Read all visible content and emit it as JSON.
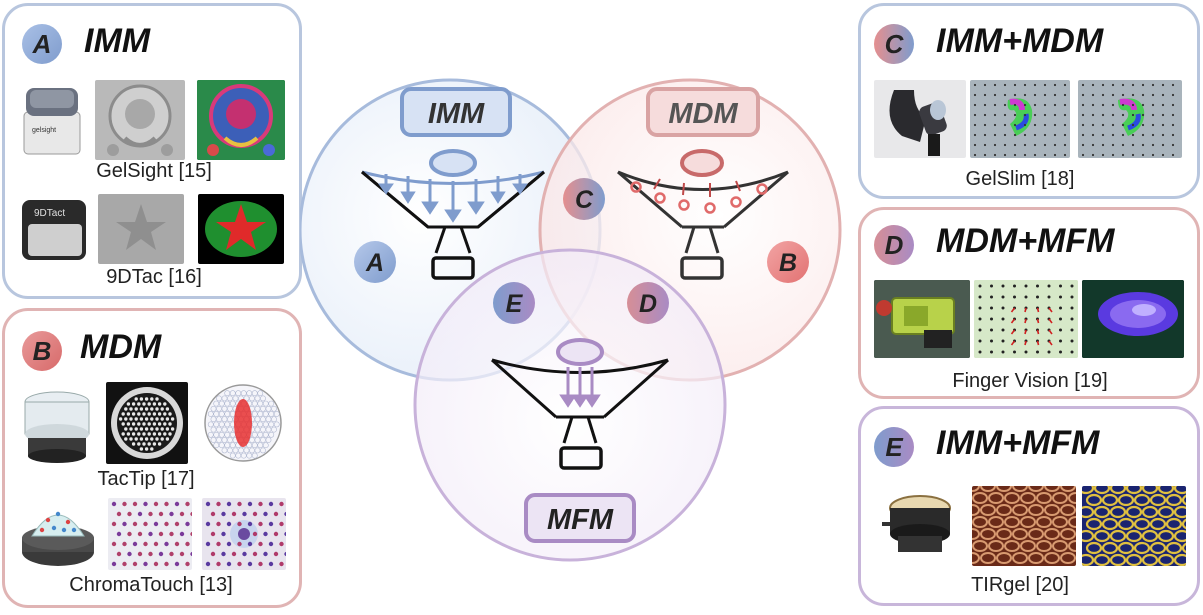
{
  "colors": {
    "imm": "#7f9ccd",
    "mdm": "#d88a8a",
    "mfm": "#a98bc4",
    "imm_fill": "#eef3fb",
    "mdm_fill": "#fbeeee",
    "mfm_fill": "#f4eef8"
  },
  "diagram": {
    "imm_label": "IMM",
    "mdm_label": "MDM",
    "mfm_label": "MFM",
    "region_a": "A",
    "region_b": "B",
    "region_c": "C",
    "region_d": "D",
    "region_e": "E"
  },
  "panels": {
    "a": {
      "badge": "A",
      "title": "IMM",
      "caption1": "GelSight [15]",
      "caption2": "9DTac [16]",
      "logo_text": "9DTact",
      "device_text": "gelsight"
    },
    "b": {
      "badge": "B",
      "title": "MDM",
      "caption1": "TacTip [17]",
      "caption2": "ChromaTouch [13]"
    },
    "c": {
      "badge": "C",
      "title": "IMM+MDM",
      "caption1": "GelSlim [18]"
    },
    "d": {
      "badge": "D",
      "title": "MDM+MFM",
      "caption1": "Finger Vision [19]"
    },
    "e": {
      "badge": "E",
      "title": "IMM+MFM",
      "caption1": "TIRgel [20]"
    }
  }
}
